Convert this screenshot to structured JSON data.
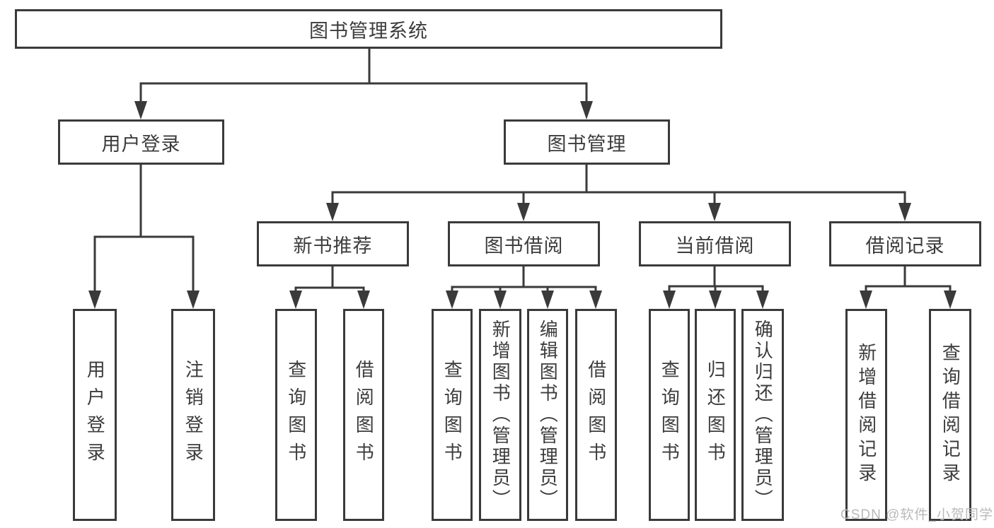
{
  "colors": {
    "line": "#3a3a3a",
    "text": "#3c3c3c",
    "box_bg": "#ffffff",
    "background": "#ffffff",
    "watermark": "#b9b9b9"
  },
  "diagram": {
    "root": {
      "label": "图书管理系统"
    },
    "level2": [
      {
        "label": "用户登录"
      },
      {
        "label": "图书管理"
      }
    ],
    "level3": [
      {
        "label": "新书推荐"
      },
      {
        "label": "图书借阅"
      },
      {
        "label": "当前借阅"
      },
      {
        "label": "借阅记录"
      }
    ],
    "leaves": {
      "user_login": [
        "用户登录",
        "注销登录"
      ],
      "new_book": [
        "查询图书",
        "借阅图书"
      ],
      "borrow": [
        "查询图书",
        "新增图书（管理员）",
        "编辑图书（管理员）",
        "借阅图书"
      ],
      "current": [
        "查询图书",
        "归还图书",
        "确认归还（管理员）"
      ],
      "records": [
        "新增借阅记录",
        "查询借阅记录"
      ]
    }
  },
  "watermark": {
    "text": "CSDN @软件_小贺同学"
  }
}
